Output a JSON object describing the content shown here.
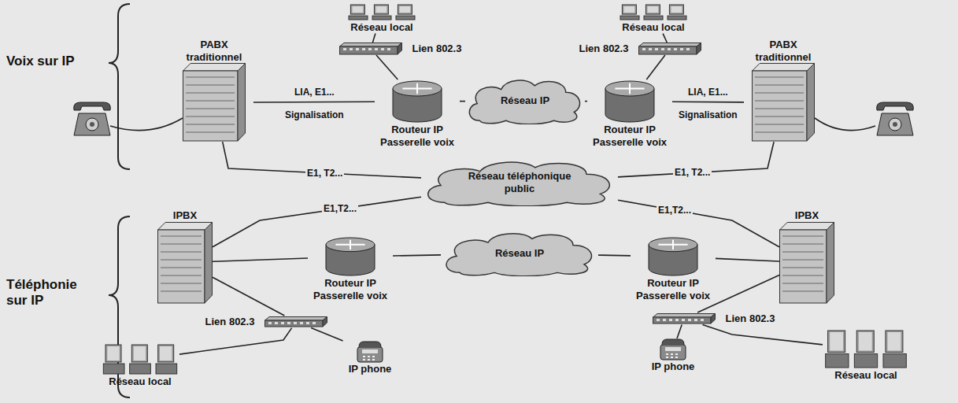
{
  "diagram": {
    "nodes": [
      {
        "text": [
          "Réseau local"
        ]
      },
      {
        "text": [
          "Réseau local"
        ]
      },
      {
        "text": [
          "Lien 802.3"
        ]
      },
      {
        "text": [
          "Lien 802.3"
        ]
      },
      {
        "text": [
          "PABX traditionnel"
        ]
      },
      {
        "text": [
          "PABX traditionnel"
        ]
      },
      {
        "text": [
          "Routeur IP Passerelle voix"
        ]
      },
      {
        "text": [
          "Réseau IP"
        ]
      },
      {
        "text": [
          "Routeur IP Passerelle voix"
        ]
      },
      {
        "text": [
          "Réseau téléphonique public"
        ]
      },
      {
        "text": [
          "IPBX"
        ]
      },
      {
        "text": [
          "Réseau IP"
        ]
      },
      {
        "text": [
          "Routeur IP Passerelle voix"
        ]
      },
      {
        "text": [
          "Routeur IP Passerelle voix"
        ]
      },
      {
        "text": [
          "IPBX"
        ]
      },
      {
        "text": [
          "Lien 802.3"
        ]
      },
      {
        "text": [
          "IP phone"
        ]
      },
      {
        "text": [
          "Réseau local"
        ]
      },
      {
        "text": [
          "Lien 802.3"
        ]
      },
      {
        "text": [
          "IP phone"
        ]
      },
      {
        "text": [
          "Réseau local"
        ]
      }
    ],
    "edges": [
      {
        "from": 2,
        "to": 0,
        "arrow": "none"
      },
      {
        "from": 2,
        "to": 6,
        "arrow": "none"
      },
      {
        "from": 6,
        "to": 7,
        "arrow": "none"
      },
      {
        "from": 8,
        "to": 7,
        "arrow": "none"
      },
      {
        "from": 3,
        "to": 8,
        "arrow": "none"
      },
      {
        "from": 3,
        "to": 1,
        "arrow": "none"
      },
      {
        "from": 4,
        "to": 6,
        "label": "LIA, E1...",
        "arrow": "none"
      },
      {
        "from": 5,
        "to": 8,
        "label": "LIA, E1...",
        "arrow": "none"
      },
      {
        "from": 4,
        "to": 9,
        "label": "E1, T2...",
        "arrow": "none"
      },
      {
        "from": 5,
        "to": 9,
        "label": "E1, T2...",
        "arrow": "none"
      },
      {
        "from": 10,
        "to": 9,
        "label": "E1,T2...",
        "arrow": "none"
      },
      {
        "from": 14,
        "to": 9,
        "label": "E1,T2...",
        "arrow": "none"
      },
      {
        "from": 10,
        "to": 12,
        "arrow": "none"
      },
      {
        "from": 12,
        "to": 11,
        "arrow": "none"
      },
      {
        "from": 13,
        "to": 11,
        "arrow": "none"
      },
      {
        "from": 14,
        "to": 13,
        "arrow": "none"
      },
      {
        "from": 10,
        "to": 15,
        "arrow": "none"
      },
      {
        "from": 15,
        "to": 16,
        "arrow": "none"
      },
      {
        "from": 15,
        "to": 17,
        "arrow": "none"
      },
      {
        "from": 14,
        "to": 18,
        "arrow": "none"
      },
      {
        "from": 18,
        "to": 19,
        "arrow": "none"
      },
      {
        "from": 18,
        "to": 20,
        "arrow": "none"
      }
    ],
    "labels": [
      "Voix sur IP",
      "Signalisation",
      "Signalisation",
      "Téléphonie sur IP"
    ]
  }
}
